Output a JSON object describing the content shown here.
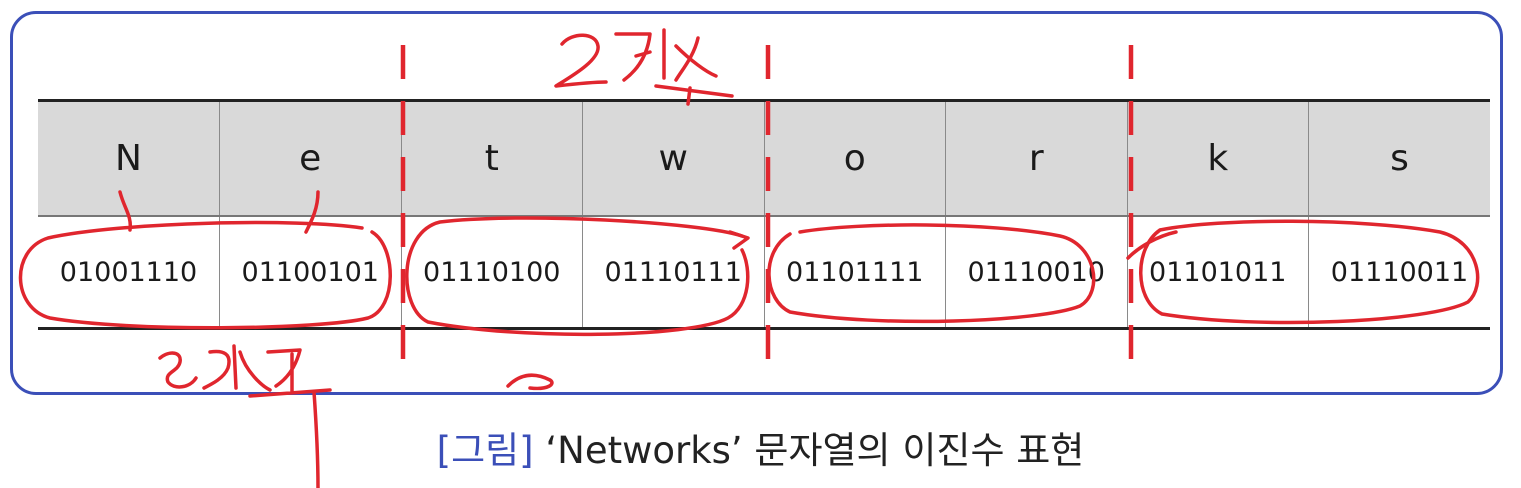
{
  "table": {
    "chars": [
      "N",
      "e",
      "t",
      "w",
      "o",
      "r",
      "k",
      "s"
    ],
    "binaries": [
      "01001110",
      "01100101",
      "01110100",
      "01110111",
      "01101111",
      "01110010",
      "01101011",
      "01110011"
    ]
  },
  "caption": {
    "tag": "[그림]",
    "text": "‘Networks’ 문자열의 이진수 표현"
  },
  "colors": {
    "frame": "#3b4fb8",
    "ink": "#e0262e",
    "header_fill": "#d9d9d9"
  }
}
